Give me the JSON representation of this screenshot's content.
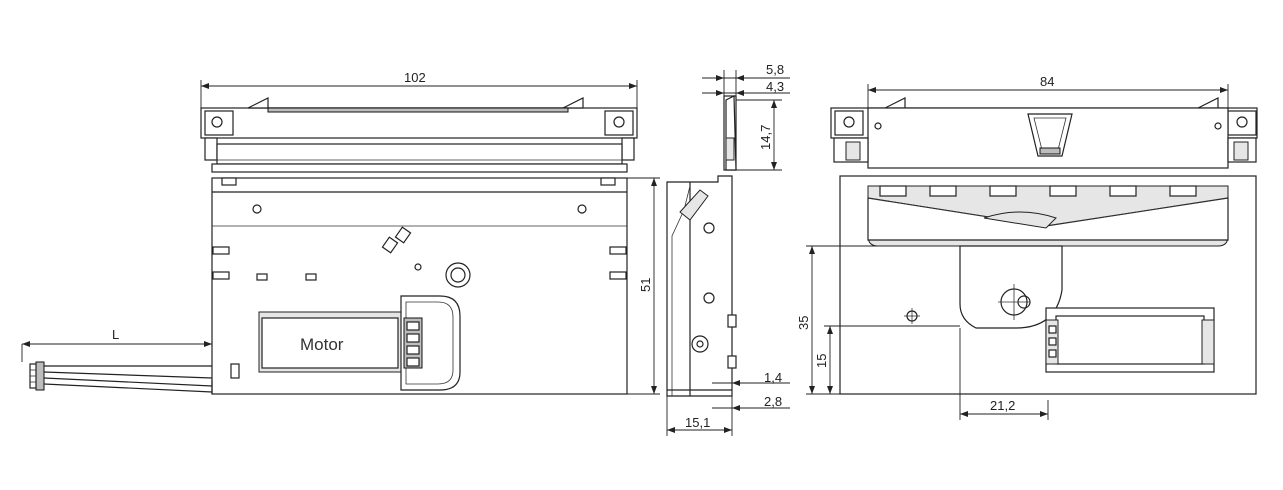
{
  "dimensions": {
    "front_width": "102",
    "side_top_a": "5,8",
    "side_top_b": "4,3",
    "side_top_height": "14,7",
    "front_height": "51",
    "side_bottom_a": "1,4",
    "side_bottom_b": "2,8",
    "side_width": "15,1",
    "cable_length": "L",
    "rear_width": "84",
    "rear_height_a": "35",
    "rear_height_b": "15",
    "rear_offset": "21,2"
  },
  "labels": {
    "motor": "Motor"
  }
}
